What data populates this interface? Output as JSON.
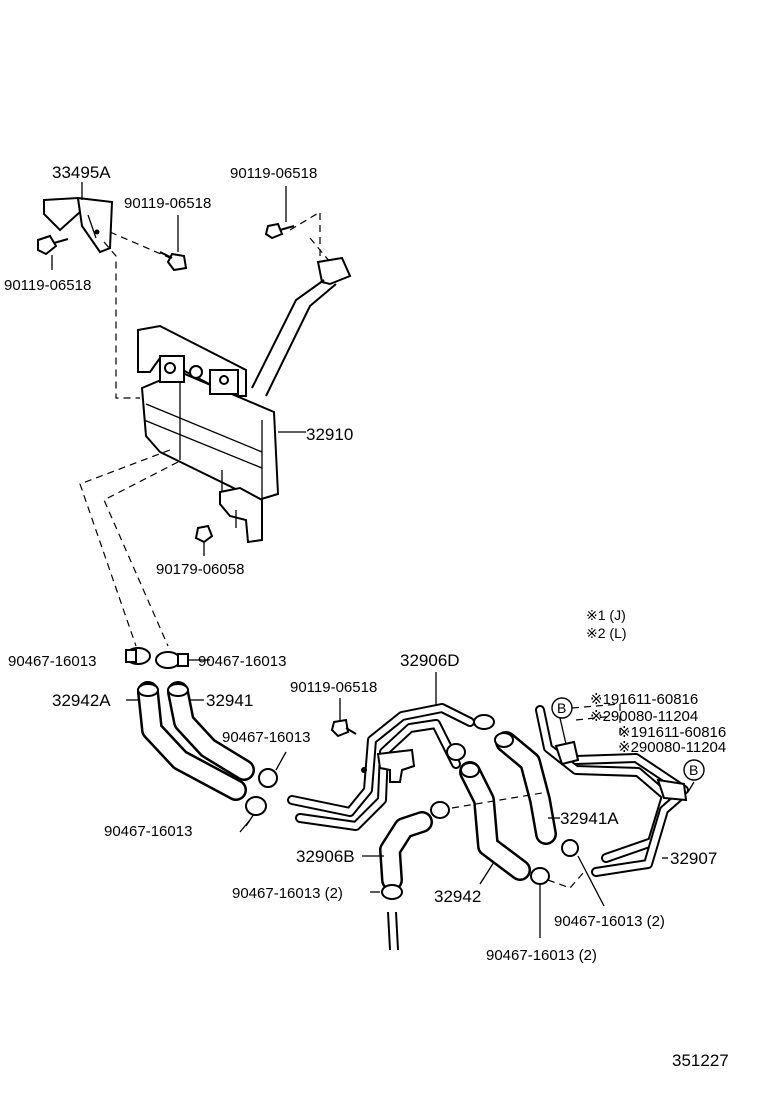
{
  "diagram_code": "351227",
  "legend": {
    "note1": "※1 (J)",
    "note2": "※2 (L)"
  },
  "parts": {
    "p33495A": "33495A",
    "p90119_a": "90119-06518",
    "p90119_b": "90119-06518",
    "p90119_c": "90119-06518",
    "p90119_d": "90119-06518",
    "p32910": "32910",
    "p90179": "90179-06058",
    "p90467_a": "90467-16013",
    "p90467_b": "90467-16013",
    "p32906D": "32906D",
    "p32942A": "32942A",
    "p32941": "32941",
    "p90467_c": "90467-16013",
    "p90467_d": "90467-16013",
    "p191611_a": "※191611-60816",
    "p290080_a": "※290080-11204",
    "p191611_b": "※191611-60816",
    "p290080_b": "※290080-11204",
    "p32941A": "32941A",
    "p32906B": "32906B",
    "p32907": "32907",
    "p90467_e": "90467-16013 (2)",
    "p32942": "32942",
    "p90467_f": "90467-16013 (2)",
    "p90467_g": "90467-16013 (2)"
  },
  "callouts": {
    "b1": "B",
    "b2": "B"
  }
}
